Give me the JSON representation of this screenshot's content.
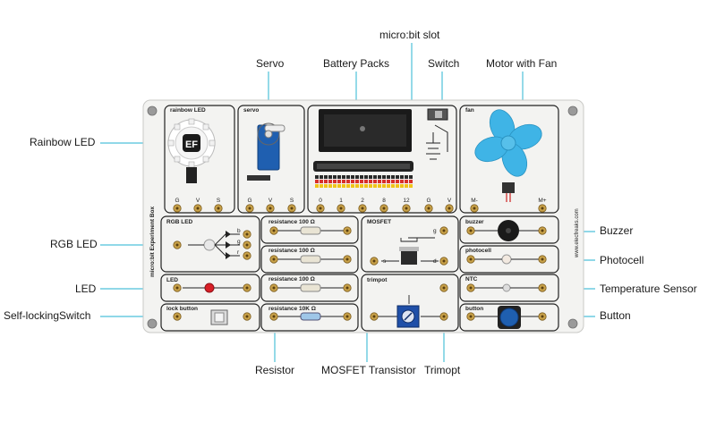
{
  "board": {
    "vertical_title": "micro:bit Experiment Box",
    "vertical_url": "www.elecfreaks.com",
    "modules": {
      "rainbow_led": "rainbow LED",
      "servo": "servo",
      "fan": "fan",
      "rgb_led": "RGB LED",
      "led": "LED",
      "lock_button": "lock button",
      "resistance_1": "resistance 100 Ω",
      "resistance_2": "resistance 100 Ω",
      "resistance_3": "resistance 100 Ω",
      "resistance_4": "resistance 10K Ω",
      "mosfet": "MOSFET",
      "trimpot": "trimpot",
      "buzzer": "buzzer",
      "photocell": "photocell",
      "ntc": "NTC",
      "button": "button"
    },
    "pins": {
      "rainbow": [
        "G",
        "V",
        "S"
      ],
      "servo": [
        "G",
        "V",
        "S"
      ],
      "edge": [
        "0",
        "1",
        "2",
        "8",
        "12",
        "G",
        "V"
      ],
      "fan": [
        "M-",
        "M+"
      ],
      "rgb": [
        "r",
        "g",
        "b"
      ],
      "mosfet": [
        "s",
        "d",
        "g"
      ]
    }
  },
  "callouts": {
    "microbit_slot": "micro:bit slot",
    "servo": "Servo",
    "battery_packs": "Battery Packs",
    "switch": "Switch",
    "motor_with_fan": "Motor with Fan",
    "rainbow_led": "Rainbow LED",
    "rgb_led": "RGB LED",
    "led": "LED",
    "self_locking_switch": "Self-lockingSwitch",
    "buzzer": "Buzzer",
    "photocell": "Photocell",
    "temperature_sensor": "Temperature Sensor",
    "button": "Button",
    "resistor": "Resistor",
    "mosfet_transistor": "MOSFET Transistor",
    "trimopt": "Trimopt"
  },
  "colors": {
    "leader_line": "#4ec0d9",
    "board": "#f3f3f1",
    "fan_blue": "#3fb4e6",
    "servo_blue": "#1f5fb0",
    "led_red": "#d81f26",
    "dial_blue": "#1f4fa8"
  }
}
